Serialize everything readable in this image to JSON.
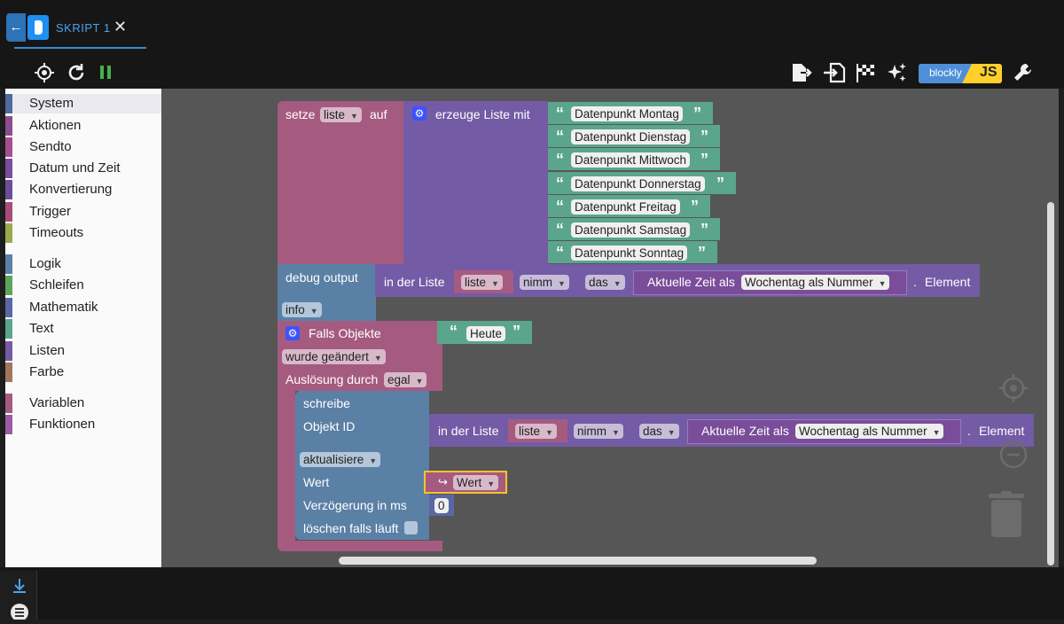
{
  "tab": {
    "title": "SKRIPT 1",
    "close": "✕",
    "back": "←"
  },
  "toolbar": {
    "icons": [
      "locate-icon",
      "refresh-icon",
      "pause-icon",
      "export-icon",
      "import-icon",
      "flag-icon",
      "sparkle-icon",
      "wrench-icon"
    ],
    "blockly_label": "blockly",
    "js_label": "JS"
  },
  "sidebar": {
    "categories": [
      {
        "label": "System",
        "color": "#4d6b9e"
      },
      {
        "label": "Aktionen",
        "color": "#8a4d8f"
      },
      {
        "label": "Sendto",
        "color": "#a84d8f"
      },
      {
        "label": "Datum und Zeit",
        "color": "#7a4d9a"
      },
      {
        "label": "Konvertierung",
        "color": "#6b4d9a"
      },
      {
        "label": "Trigger",
        "color": "#a84d7a"
      },
      {
        "label": "Timeouts",
        "color": "#9aa850"
      },
      {
        "label": "Logik",
        "color": "#5b80a5"
      },
      {
        "label": "Schleifen",
        "color": "#5ba55b"
      },
      {
        "label": "Mathematik",
        "color": "#5b67a5"
      },
      {
        "label": "Text",
        "color": "#5ba58c"
      },
      {
        "label": "Listen",
        "color": "#745ba5"
      },
      {
        "label": "Farbe",
        "color": "#a5745b"
      },
      {
        "label": "Variablen",
        "color": "#a55b80"
      },
      {
        "label": "Funktionen",
        "color": "#995ba5"
      }
    ]
  },
  "blocks": {
    "setze": {
      "label": "setze",
      "var": "liste",
      "auf": "auf"
    },
    "erzeuge": {
      "label": "erzeuge Liste mit"
    },
    "datapoints": [
      "Datenpunkt Montag",
      "Datenpunkt Dienstag",
      "Datenpunkt Mittwoch",
      "Datenpunkt Donnerstag",
      "Datenpunkt Freitag",
      "Datenpunkt Samstag",
      "Datenpunkt Sonntag"
    ],
    "debug": {
      "label": "debug output",
      "level": "info"
    },
    "inlist1": {
      "in": "in der Liste",
      "var": "liste",
      "nimm": "nimm",
      "das": "das",
      "zeit": "Aktuelle Zeit als",
      "format": "Wochentag als Nummer",
      "dot": ".",
      "elem": "Element"
    },
    "falls": {
      "label": "Falls Objekte",
      "changed": "wurde geändert",
      "ausl": "Auslösung durch",
      "egal": "egal",
      "heute": "Heute"
    },
    "schreibe": {
      "label": "schreibe",
      "obj": "Objekt ID",
      "mode": "aktualisiere",
      "wert": "Wert",
      "delay": "Verzögerung in ms",
      "delay_val": "0",
      "clear": "löschen falls läuft",
      "wert_var": "Wert"
    },
    "inlist2": {
      "in": "in der Liste",
      "var": "liste",
      "nimm": "nimm",
      "das": "das",
      "zeit": "Aktuelle Zeit als",
      "format": "Wochentag als Nummer",
      "dot": ".",
      "elem": "Element"
    }
  }
}
